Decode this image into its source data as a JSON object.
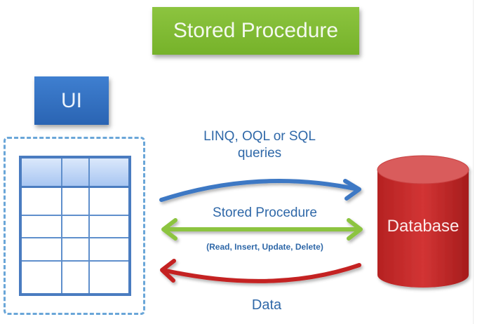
{
  "title": "Stored Procedure",
  "ui_label": "UI",
  "queries_label_line1": "LINQ, OQL or SQL",
  "queries_label_line2": "queries",
  "stored_procedure_label": "Stored Procedure",
  "operations_label": "(Read, Insert, Update, Delete)",
  "data_label": "Data",
  "database_label": "Database",
  "table": {
    "columns": 3,
    "body_rows": 4
  },
  "colors": {
    "title_green": "#7dba31",
    "ui_blue": "#3572c2",
    "queries_arrow": "#3d78c4",
    "stored_procedure_arrow": "#8cc43f",
    "data_arrow": "#c42424",
    "database_red": "#c52a2a",
    "label_blue": "#2f68a8"
  }
}
